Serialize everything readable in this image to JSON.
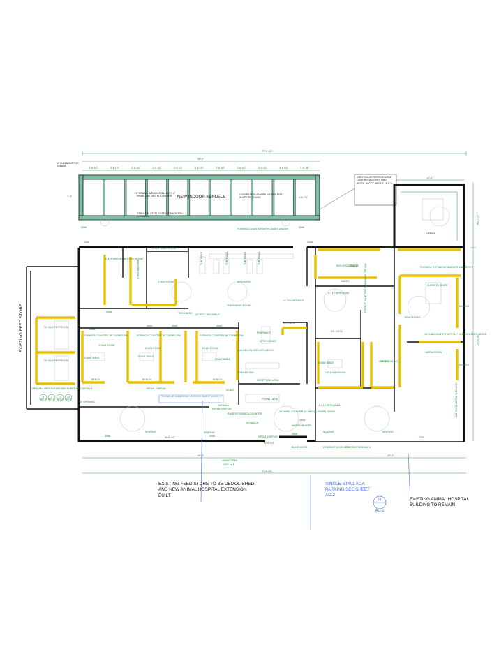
{
  "kennels": {
    "title": "NEW INDOOR KENNELS",
    "note_drains": "2\" DRAINS IN EACH STALL WITH 4\" TRUNK LINE TIED INTO SEWER",
    "note_slab": "CONCRETE SLAB WITH 1/4\" PER FOOT SLOPE TO DRAINS",
    "note_gates": "STAINLESS STEEL GATES AT EACH STALL ENTRANCE",
    "cleanout": "4\" CLEANOUT FOR DRAINS",
    "stall_dims": [
      "3'-6 1/2\"",
      "3'-6 1/2\"",
      "3'-6 1/2\"",
      "3'-6 1/2\"",
      "3'-6 1/2\"",
      "3'-6 1/2\"",
      "3'-6 1/2\"",
      "3'-6 1/2\"",
      "3'-6 1/2\"",
      "3'-6 1/2\"",
      "3'-9 7/8\""
    ],
    "left_dim": "7'-3\"",
    "right_dim": "4'-6 7/8\"",
    "counter": "FORMICA COUNTER WITH CAGES UNDER",
    "width_dim": "48'-0\""
  },
  "block_note": "GREY COLOR REPRESENTS 8\" LIGHTWEIGHT GREY CMU BLOCK. BLOCK HEIGHT - 8'-8\" +-",
  "overall_dims": {
    "top": "77'-6 1/2\"",
    "bottom": "77'-6 1/2\"",
    "bottom_inner": "48'-0\"",
    "bottom_right": "29'-0\"",
    "right_upper": "12'-2 5/8\"",
    "right_lower": "38'-6 1/2\"",
    "office_width": "12'-0\""
  },
  "rooms": {
    "office": "OFFICE",
    "staff_break": "STAFF BREAK/ MEETING ROOM",
    "xray_dark": "X-RAY DARK ROOM",
    "xray_machine": "X-RAY MACHINE",
    "xray_room": "X-RAY ROOM",
    "tub_table_1": "TUB TABLE",
    "tub_table_2": "TUB TABLE",
    "tub_table_3": "TUB TABLE",
    "tub_table_4": "TUB TABLE",
    "speakers": "SPEAKERS",
    "tech_desk": "TECH DESK",
    "rolling_shelf": "32\" ROLLING SHELF",
    "treatment": "TREATMENT ROOM",
    "solartubes": "14\" SOLARTUBES",
    "isolation": "ISOLATION ROOM",
    "cages": "CAGES",
    "cages2": "CAGES",
    "versalam1": "6 x 12 VERSALAM",
    "surgery": "SURGERY SUITE",
    "formica_washer": "FORMICA TOP ABOVE WASHER AND DRYER",
    "cabinet_counter": "18\" CABCOUNTER WITH 18\" DEEP SHELVES ABOVE",
    "slider": "8068 SLIDER",
    "dr_desk": "DR. DESK",
    "dr_desk2": "DR. DESK",
    "pharmacy": "PHARMACY",
    "attic_stairs": "ATTIC STAIRS",
    "exam1": "EXAM ROOM",
    "exam2": "EXAM ROOM",
    "exam3": "EXAM ROOM",
    "exam_table1": "EXAM TABLE",
    "exam_table2": "EXAM TABLE",
    "exam_table3": "EXAM TABLE",
    "exam_table4": "EXAM TABLE",
    "formica1": "FORMICA COUNTER 18\" CABBELOW",
    "formica2": "FORMICA COUNTER 18\" CABBELOW",
    "formica3": "FORMICA COUNTER 18\" CABBELOW",
    "bench1": "BENCH",
    "bench2": "BENCH",
    "bench3": "BENCH",
    "cab_below": "CAB BELOW SHELVES ABOVE",
    "printer_fax": "PRINTER FAX",
    "reception": "RECEPTION AREA",
    "cat_exam": "CAT EXAM ROOM",
    "cat_boarding": "CAT BOARDING",
    "media_room": "MEDIA ROOM",
    "double_pane": "DOUBLE PANE TABLE DRAWERS BELOW",
    "retail1": "RETAIL DISPLAY",
    "retail2": "RETAIL DISPLAY",
    "retail3": "RETAIL DISPLAY",
    "front_desk": "FRONT DESK",
    "raised_formica": "RAISED FORMICA COUNTER",
    "wide_counter": "36\" WIDE COUNTER 34\" ABOVE FINISH FLOOR",
    "versalam2": "6 x 12 VERSALAM",
    "water_heater": "WATER HEATER",
    "seating1": "SEATING",
    "seating2": "SEATING",
    "seating3": "SEATING",
    "seating4": "SEATING",
    "blind_door": "BLIND DOOR",
    "panel_box": "EXISTING PANEL BOX",
    "sidewalk": "EXISTING SIDEWALK",
    "opening": "48\" OPENING",
    "scale": "SCALE",
    "walls_1": "1/2 WALL",
    "walls_2": "1/2 WALLS",
    "restroom1": "30\" ADA RESTROOM",
    "restroom2": "30\" ADA RESTROOM",
    "new_ada": "NEW ADA RESTROOMS SEE SHEET AO.2 DETAILS",
    "clearance": "PROVIDE 18\" CLEARANCE ON STRIKE SIDE OF DOOR TYP",
    "cat_food": "CAT FOOD METAL SHELVING"
  },
  "doors": [
    "3068",
    "3068",
    "3068",
    "3068",
    "3068",
    "3068",
    "3068",
    "3068",
    "3068",
    "3068",
    "3068",
    "3068",
    "3068 SC",
    "3068 SC",
    "6040 XO",
    "6040 XO",
    "6040 XO",
    "6040 XO",
    "2068",
    "3068"
  ],
  "living_area": {
    "label": "LIVING AREA",
    "value": "4021 sq ft"
  },
  "annotations": {
    "left_side": "EXISTING FEED STORE",
    "demolish": "EXISTING FEED STORE TO BE DEMOLISHED AND NEW ANIMAL HOSPITAL EXTENSION BUILT",
    "parking": "SINGLE STALL ADA PARKING SEE SHEET AO.2",
    "sheet_num": "11",
    "sheet_ref": "AO.2",
    "remain": "EXISTING ANIMAL HOSPITAL BUILDING TO REMAIN"
  },
  "detail_tags": [
    "3",
    "3",
    "13",
    "13"
  ],
  "detail_refs": [
    "AO.2",
    "AO.2",
    "AO.2",
    "AO.2"
  ]
}
